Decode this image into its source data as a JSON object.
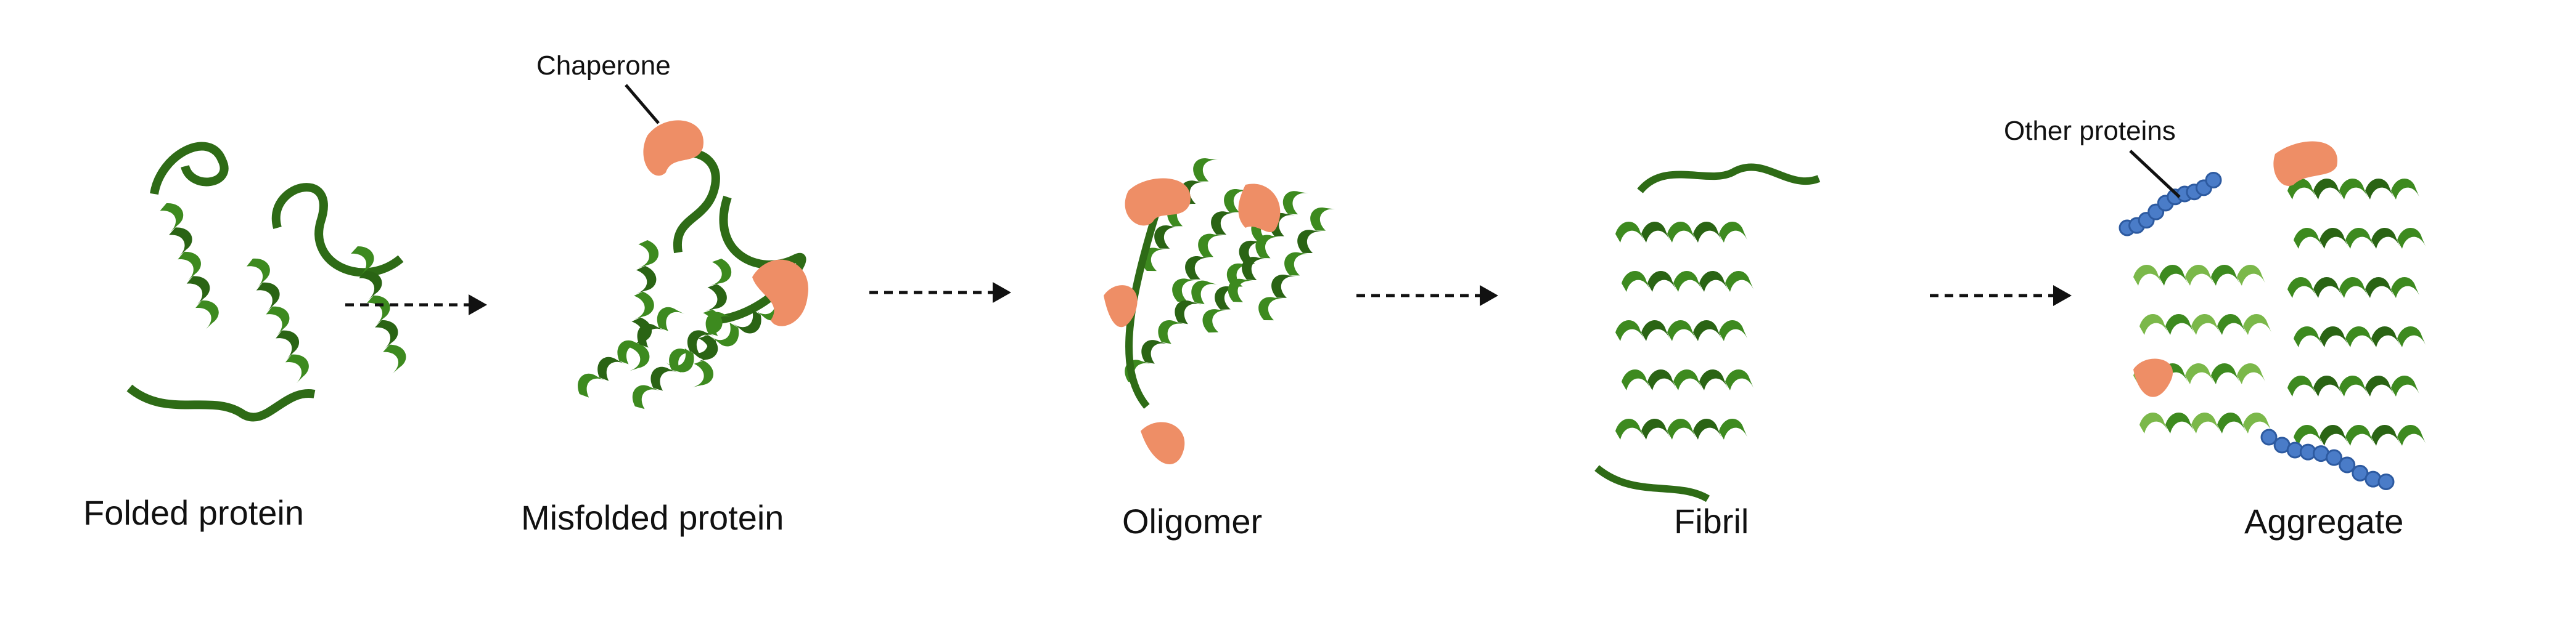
{
  "stages": [
    {
      "label": "Folded protein"
    },
    {
      "label": "Misfolded protein"
    },
    {
      "label": "Oligomer"
    },
    {
      "label": "Fibril"
    },
    {
      "label": "Aggregate"
    }
  ],
  "callouts": {
    "chaperone": "Chaperone",
    "other_proteins": "Other proteins"
  },
  "colors": {
    "helix": "#3d8a1f",
    "helix_dark": "#2a6414",
    "helix_light": "#7bb84a",
    "chaperone": "#ee8e66",
    "other_protein": "#4a7cc8",
    "arrow": "#111111"
  }
}
